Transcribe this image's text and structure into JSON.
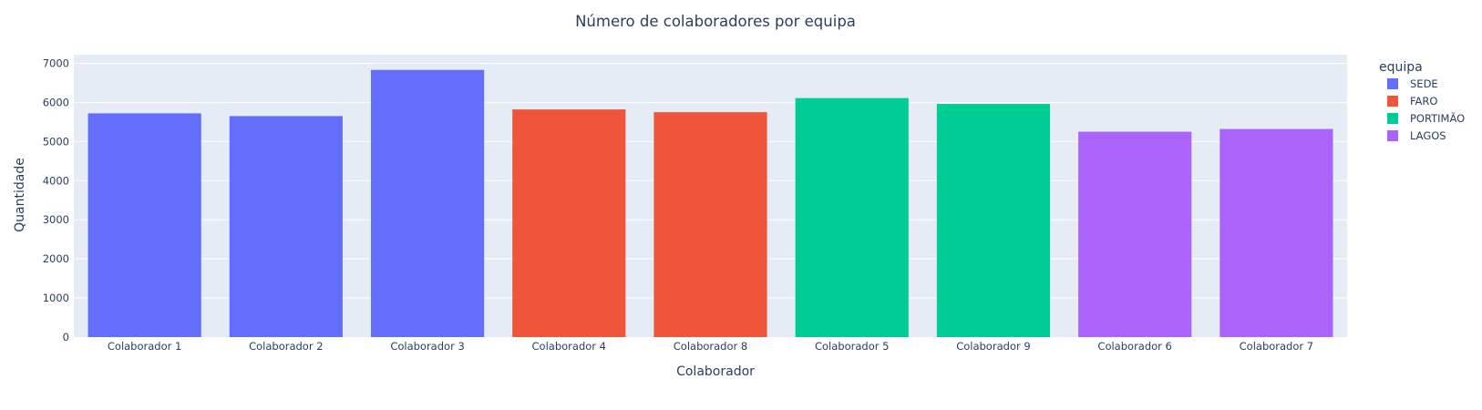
{
  "chart_data": {
    "type": "bar",
    "title": "Número de colaboradores por equipa",
    "xlabel": "Colaborador",
    "ylabel": "Quantidade",
    "ylim": [
      0,
      7000
    ],
    "yticks": [
      0,
      1000,
      2000,
      3000,
      4000,
      5000,
      6000,
      7000
    ],
    "grid": true,
    "legend_title": "equipa",
    "legend_position": "right",
    "categories": [
      "Colaborador 1",
      "Colaborador 2",
      "Colaborador 3",
      "Colaborador 4",
      "Colaborador 8",
      "Colaborador 5",
      "Colaborador 9",
      "Colaborador 6",
      "Colaborador 7"
    ],
    "series": [
      {
        "name": "SEDE",
        "color": "#636efa",
        "points": [
          {
            "category": "Colaborador 1",
            "value": 5720
          },
          {
            "category": "Colaborador 2",
            "value": 5650
          },
          {
            "category": "Colaborador 3",
            "value": 6830
          }
        ]
      },
      {
        "name": "FARO",
        "color": "#ef553b",
        "points": [
          {
            "category": "Colaborador 4",
            "value": 5820
          },
          {
            "category": "Colaborador 8",
            "value": 5750
          }
        ]
      },
      {
        "name": "PORTIMÃO",
        "color": "#00cc96",
        "points": [
          {
            "category": "Colaborador 5",
            "value": 6110
          },
          {
            "category": "Colaborador 9",
            "value": 5960
          }
        ]
      },
      {
        "name": "LAGOS",
        "color": "#ab63fa",
        "points": [
          {
            "category": "Colaborador 6",
            "value": 5250
          },
          {
            "category": "Colaborador 7",
            "value": 5320
          }
        ]
      }
    ]
  }
}
